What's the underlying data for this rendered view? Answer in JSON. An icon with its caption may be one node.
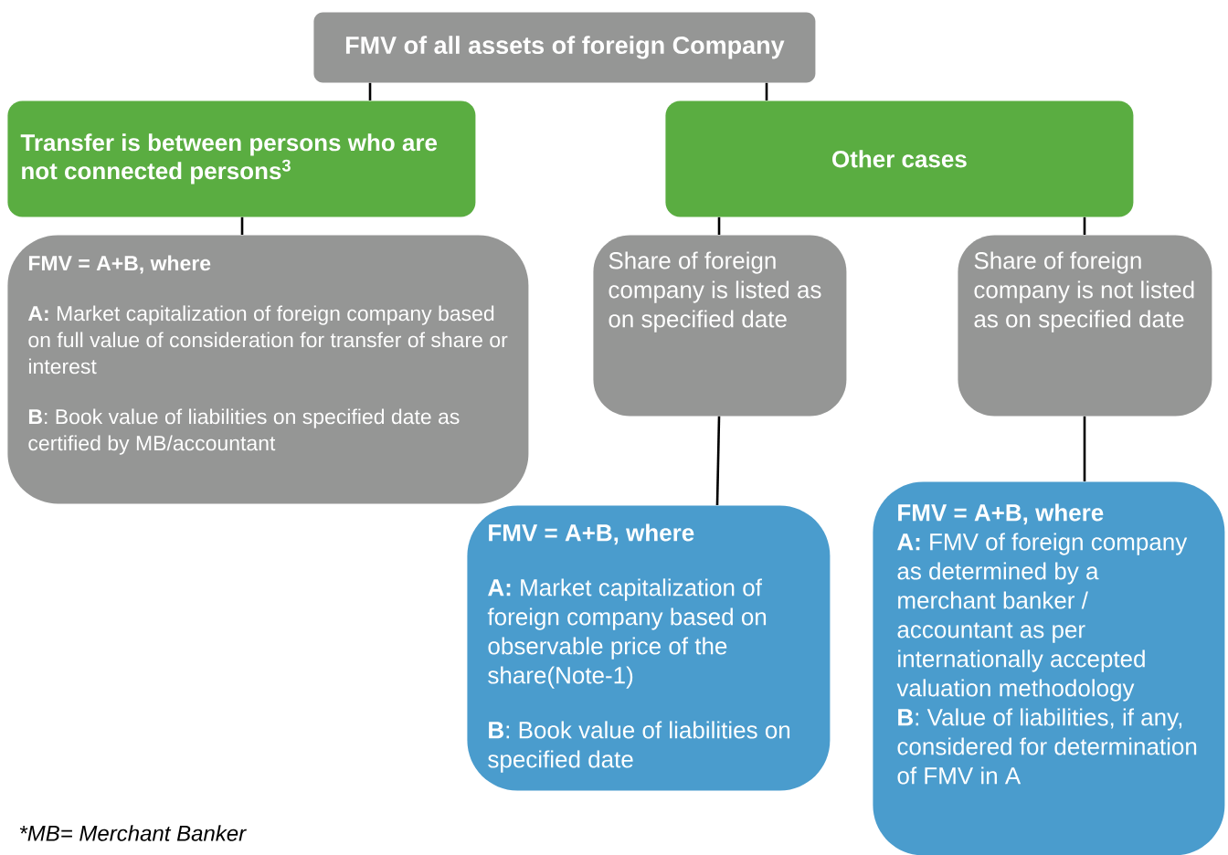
{
  "diagram": {
    "nodes": [
      {
        "text": [
          "FMV of all assets of foreign Company"
        ]
      },
      {
        "text": [
          "Transfer is between persons who are not connected persons$^{3}$"
        ]
      },
      {
        "text": [
          "Other cases"
        ]
      },
      {
        "text": [
          "FMV = A+B, where",
          "**A:** Market capitalization of foreign company based on full value of consideration for transfer of share or interest",
          "**B**: Book value of liabilities on specified date as certified by MB/accountant"
        ]
      },
      {
        "text": [
          "Share of foreign company is listed as on specified date"
        ]
      },
      {
        "text": [
          "Share of foreign company is not listed as on specified date"
        ]
      },
      {
        "text": [
          "FMV = A+B, where",
          "**A:** Market capitalization of foreign company based on observable price of the share(Note-1)",
          "**B**: Book value of liabilities on specified date"
        ]
      },
      {
        "text": [
          "FMV = A+B, where",
          "**A:** FMV of foreign company as determined by a merchant banker / accountant as per internationally accepted valuation methodology",
          "**B**: Value of liabilities, if any, considered for determination of FMV in A"
        ]
      }
    ],
    "edges": [
      {
        "from": 0,
        "to": 1,
        "arrow": "none"
      },
      {
        "from": 0,
        "to": 2,
        "arrow": "none"
      },
      {
        "from": 1,
        "to": 3,
        "arrow": "none"
      },
      {
        "from": 2,
        "to": 4,
        "arrow": "none"
      },
      {
        "from": 2,
        "to": 5,
        "arrow": "none"
      },
      {
        "from": 4,
        "to": 6,
        "arrow": "none"
      },
      {
        "from": 5,
        "to": 7,
        "arrow": "none"
      }
    ],
    "labels": [
      "*MB= Merchant Banker"
    ]
  }
}
